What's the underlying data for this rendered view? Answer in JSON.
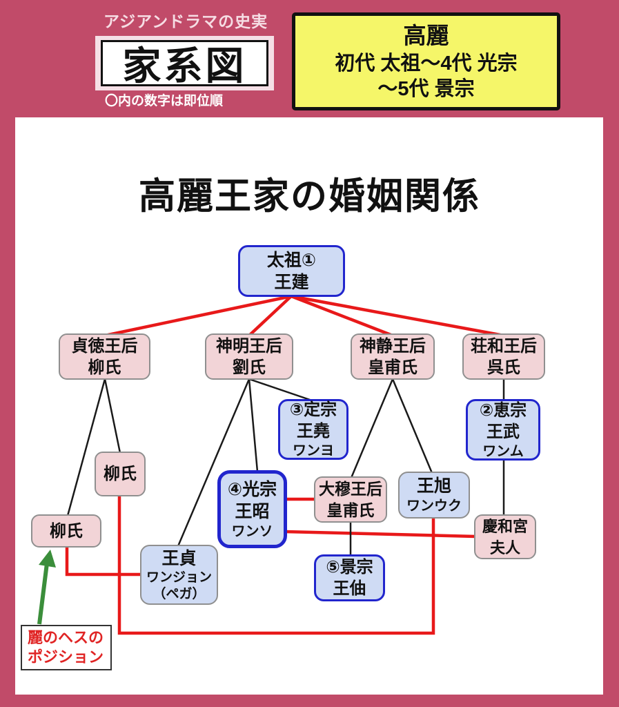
{
  "header": {
    "tagline": "アジアンドラマの史実",
    "title": "家系図",
    "note": "〇内の数字は即位順",
    "era_box": {
      "line1": "高麗",
      "line2": "初代 太祖～4代 光宗",
      "line3": "～5代 景宗"
    }
  },
  "diagram": {
    "title": "高麗王家の婚姻関係",
    "annotation": {
      "line1": "麗のヘスの",
      "line2": "ポジション"
    }
  },
  "nodes": {
    "taejo": {
      "title": "太祖①",
      "name": "王建"
    },
    "wife_jeongdeok": {
      "title": "貞徳王后",
      "name": "柳氏"
    },
    "wife_sinmyeong": {
      "title": "神明王后",
      "name": "劉氏"
    },
    "wife_sinjeong": {
      "title": "神静王后",
      "name": "皇甫氏"
    },
    "wife_janghwa": {
      "title": "荘和王后",
      "name": "呉氏"
    },
    "jeongjong": {
      "title": "③定宗",
      "name": "王堯",
      "reading": "ワンヨ"
    },
    "hyejong": {
      "title": "②恵宗",
      "name": "王武",
      "reading": "ワンム"
    },
    "yu_upper": {
      "name": "柳氏"
    },
    "yu_lower": {
      "name": "柳氏"
    },
    "gwangjong": {
      "title": "④光宗",
      "name": "王昭",
      "reading": "ワンソ"
    },
    "daemok": {
      "title": "大穆王后",
      "name": "皇甫氏"
    },
    "wang_uk": {
      "name": "王旭",
      "reading": "ワンウク"
    },
    "gyeonghwagung": {
      "title": "慶和宮",
      "name": "夫人"
    },
    "wang_jeong": {
      "name": "王貞",
      "reading": "ワンジョン",
      "reading2": "（ペガ）"
    },
    "gyeongjong": {
      "title": "⑤景宗",
      "name": "王伷"
    }
  },
  "relationships": {
    "marriages_red_lines": [
      [
        "太祖① 王建",
        "貞徳王后 柳氏"
      ],
      [
        "太祖① 王建",
        "神明王后 劉氏"
      ],
      [
        "太祖① 王建",
        "神静王后 皇甫氏"
      ],
      [
        "太祖① 王建",
        "荘和王后 呉氏"
      ],
      [
        "④光宗 王昭",
        "大穆王后 皇甫氏"
      ],
      [
        "④光宗 王昭",
        "慶和宮 夫人"
      ],
      [
        "王旭",
        "柳氏(上)"
      ],
      [
        "王貞",
        "柳氏(下)"
      ]
    ],
    "parent_child_black_lines": [
      [
        "貞徳王后 柳氏",
        "柳氏(上)"
      ],
      [
        "貞徳王后 柳氏",
        "柳氏(下)"
      ],
      [
        "神明王后 劉氏",
        "③定宗 王堯"
      ],
      [
        "神明王后 劉氏",
        "④光宗 王昭"
      ],
      [
        "神明王后 劉氏",
        "王貞"
      ],
      [
        "神静王后 皇甫氏",
        "大穆王后 皇甫氏"
      ],
      [
        "神静王后 皇甫氏",
        "王旭"
      ],
      [
        "荘和王后 呉氏",
        "②恵宗 王武"
      ],
      [
        "②恵宗 王武",
        "慶和宮 夫人"
      ],
      [
        "大穆王后 皇甫氏",
        "⑤景宗 王伷"
      ]
    ],
    "green_arrow_points_to": "柳氏(下)"
  },
  "colors": {
    "background": "#c14b69",
    "panel": "#ffffff",
    "era_box_yellow": "#f5f669",
    "pink_node": "#f2d4d7",
    "blue_node": "#cfdbf4",
    "king_border_blue": "#2125cd",
    "gray_border": "#8f8f8f",
    "marriage_line_red": "#e8191a",
    "parent_line_black": "#1a1a1a",
    "arrow_green": "#3b8e3b",
    "annotation_red": "#e02424"
  }
}
